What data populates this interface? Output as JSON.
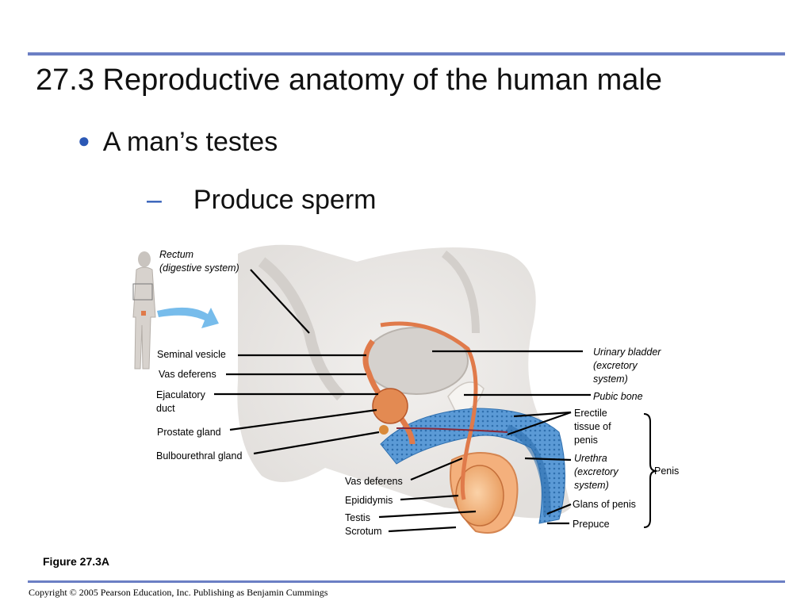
{
  "slide": {
    "title": "27.3 Reproductive anatomy of the human male",
    "bullet": "A man’s testes",
    "sub_bullet": "Produce sperm",
    "figure_label": "Figure 27.3A",
    "copyright": "Copyright © 2005 Pearson Education, Inc. Publishing as Benjamin Cummings"
  },
  "labels": {
    "rectum_1": "Rectum",
    "rectum_2": "(digestive system)",
    "seminal_vesicle": "Seminal vesicle",
    "vas_deferens_top": "Vas deferens",
    "ejaculatory_1": "Ejaculatory",
    "ejaculatory_2": "duct",
    "prostate": "Prostate gland",
    "bulbourethral": "Bulbourethral gland",
    "vas_deferens_bottom": "Vas deferens",
    "epididymis": "Epididymis",
    "testis": "Testis",
    "scrotum": "Scrotum",
    "bladder_1": "Urinary bladder",
    "bladder_2": "(excretory",
    "bladder_3": "system)",
    "pubic_bone": "Pubic bone",
    "erectile_1": "Erectile",
    "erectile_2": "tissue of",
    "erectile_3": "penis",
    "urethra_1": "Urethra",
    "urethra_2": "(excretory",
    "urethra_3": "system)",
    "penis": "Penis",
    "glans": "Glans of penis",
    "prepuce": "Prepuce"
  },
  "colors": {
    "rule": "#6b7fc4",
    "bullet": "#2b58b5",
    "duct": "#e07a4a",
    "erectile": "#4a8fd0"
  }
}
